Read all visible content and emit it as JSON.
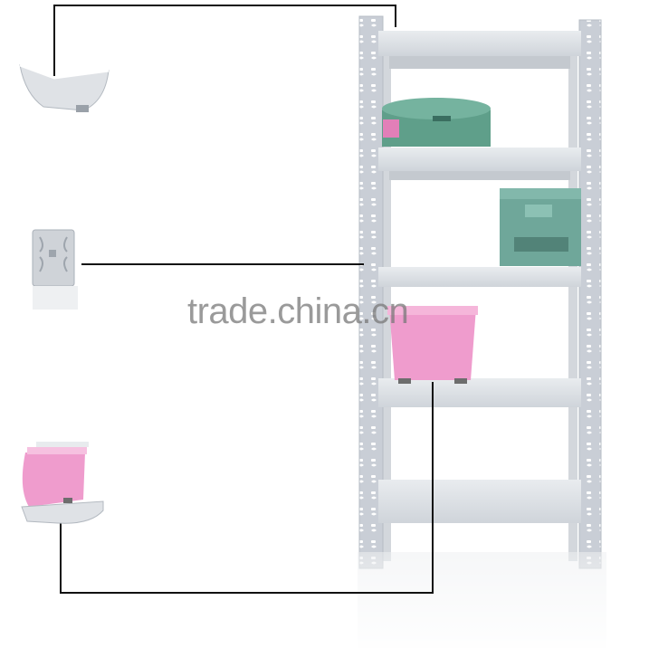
{
  "watermark": {
    "text": "trade.china.cn"
  },
  "colors": {
    "frame": "#c9ced6",
    "shelf": "#dde1e6",
    "callout_line": "#111111",
    "green_bag": "#5f9f8a",
    "box": "#6fa79a",
    "pink_bin": "#ef9ccd"
  },
  "callouts": [
    {
      "name": "shelf-edge-detail"
    },
    {
      "name": "bracket-connector-detail"
    },
    {
      "name": "bin-on-shelf-detail"
    }
  ]
}
